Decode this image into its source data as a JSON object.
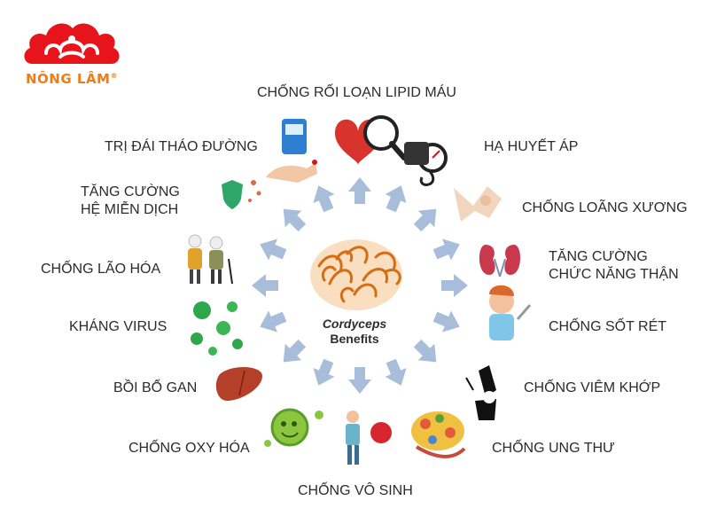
{
  "logo": {
    "text": "NÔNG LÂM",
    "mark": "®"
  },
  "center": {
    "line1": "Cordyceps",
    "line2": "Benefits"
  },
  "benefits": {
    "lipid": "CHỐNG RỐI LOẠN LIPID MÁU",
    "diabetes": "TRỊ ĐÁI THÁO ĐƯỜNG",
    "blood_pressure": "HẠ HUYẾT ÁP",
    "immunity": "TĂNG CƯỜNG\nHỆ MIỄN DỊCH",
    "osteoporosis": "CHỐNG LOÃNG XƯƠNG",
    "aging": "CHỐNG LÃO HÓA",
    "kidney": "TĂNG CƯỜNG\nCHỨC NĂNG THẬN",
    "virus": "KHÁNG VIRUS",
    "malaria": "CHỐNG SỐT RÉT",
    "liver": "BỒI BỔ GAN",
    "arthritis": "CHỐNG VIÊM KHỚP",
    "antioxidant": "CHỐNG OXY HÓA",
    "cancer": "CHỐNG UNG THƯ",
    "infertility": "CHỐNG VÔ SINH"
  },
  "icons": [
    "glucose-meter-icon",
    "heart-icon",
    "blood-pressure-monitor-icon",
    "shield-icon",
    "bone-icon",
    "elderly-couple-icon",
    "kidney-icon",
    "virus-icon",
    "sick-woman-icon",
    "liver-icon",
    "knee-joint-icon",
    "antioxidant-cell-icon",
    "man-sperm-icon",
    "cancer-cells-icon"
  ],
  "colors": {
    "arrow": "#a7bdd9",
    "logo_red": "#e8141c",
    "logo_orange": "#f07c14",
    "cordyceps": "#e07a1a"
  }
}
